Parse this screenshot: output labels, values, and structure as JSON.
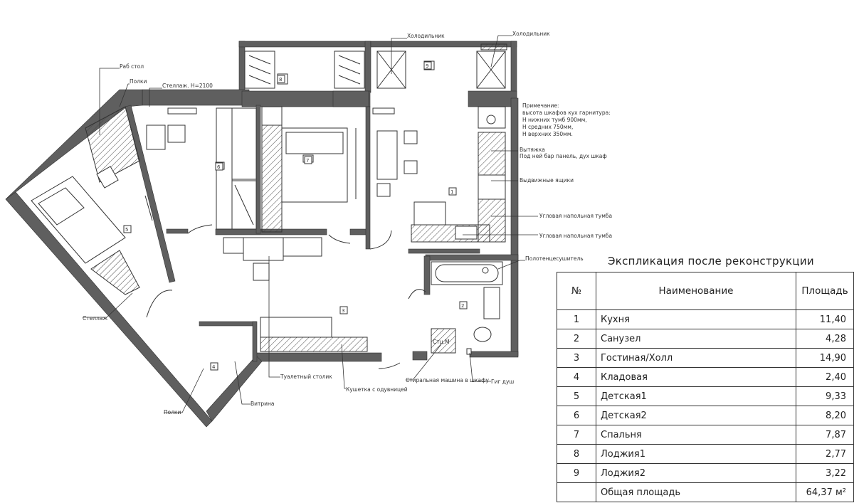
{
  "plan": {
    "room_numbers": [
      "1",
      "2",
      "3",
      "4",
      "5",
      "6",
      "7",
      "8",
      "9"
    ],
    "labels": {
      "fridge_1": "Холодильник",
      "fridge_2": "Холодильник",
      "work_desk": "Раб стол",
      "shelves_top": "Полки",
      "rack_h": "Стеллаж. Н=2100",
      "rack_bottom": "Стеллаж",
      "shelves_bottom": "Полки",
      "vitrine": "Витрина",
      "dressing_table": "Туалетный столик",
      "couch": "Кушетка с одувницей",
      "washer": "Стиральная машина в шкафу",
      "shower": "Гиг душ",
      "towel_rail": "Полотенцесушитель",
      "hood": "Вытяжка",
      "hood_sub": "Под ней бар панель, дух шкаф",
      "drawers": "Выдвижные ящики",
      "corner_1": "Угловая напольная тумба",
      "corner_2": "Угловая напольная тумба",
      "washer_tag": "Стц.М"
    },
    "note": [
      "Примечание:",
      "высота шкафов кух гарнитура:",
      "Н нижних тумб 900мм,",
      "Н средних 750мм,",
      "Н верхних 350мм."
    ]
  },
  "explication": {
    "title": "Экспликация после реконструкции",
    "headers": {
      "no": "№",
      "name": "Наименование",
      "area": "Площадь"
    },
    "rows": [
      {
        "no": "1",
        "name": "Кухня",
        "area": "11,40"
      },
      {
        "no": "2",
        "name": "Санузел",
        "area": "4,28"
      },
      {
        "no": "3",
        "name": "Гостиная/Холл",
        "area": "14,90"
      },
      {
        "no": "4",
        "name": "Кладовая",
        "area": "2,40"
      },
      {
        "no": "5",
        "name": "Детская1",
        "area": "9,33"
      },
      {
        "no": "6",
        "name": "Детская2",
        "area": "8,20"
      },
      {
        "no": "7",
        "name": "Спальня",
        "area": "7,87"
      },
      {
        "no": "8",
        "name": "Лоджия1",
        "area": "2,77"
      },
      {
        "no": "9",
        "name": "Лоджия2",
        "area": "3,22"
      }
    ],
    "total": {
      "name": "Общая площадь",
      "area": "64,37 м²"
    }
  }
}
